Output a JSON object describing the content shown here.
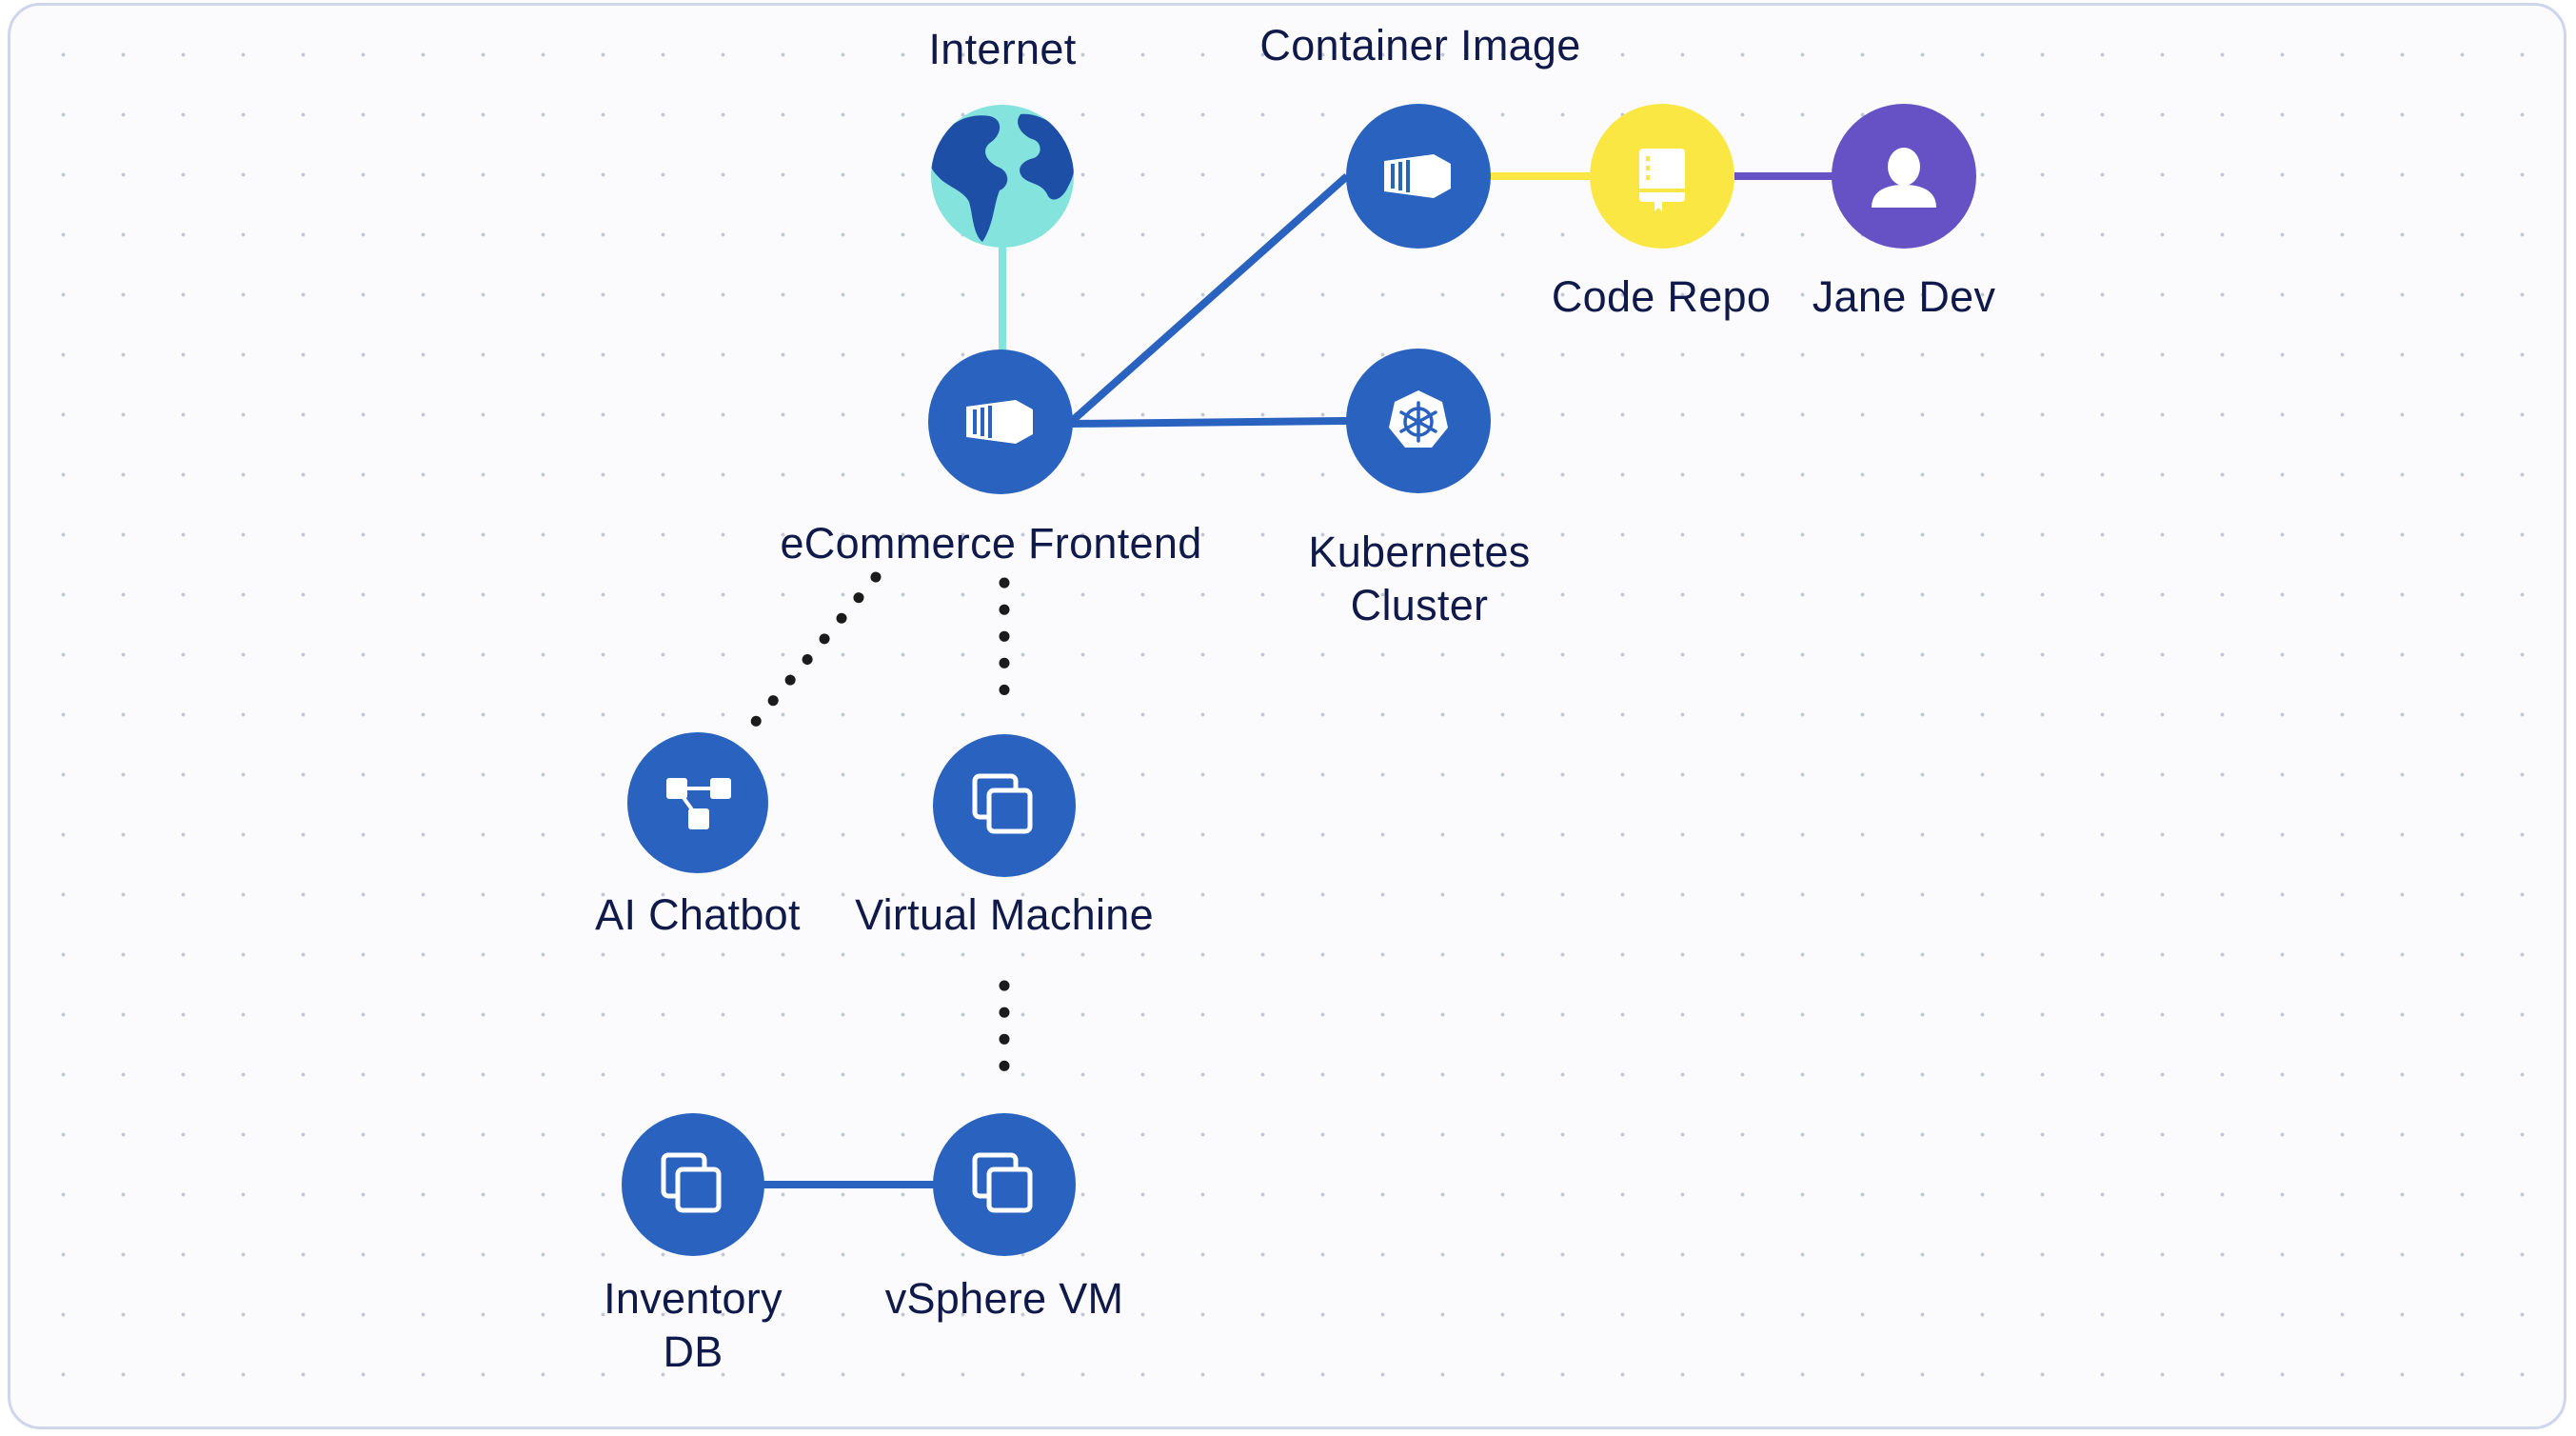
{
  "diagram": {
    "nodes": [
      {
        "id": "internet",
        "label_lines": [
          "Internet"
        ],
        "icon": "globe-icon",
        "color": "#84e3dd"
      },
      {
        "id": "container_image",
        "label_lines": [
          "Container Image"
        ],
        "icon": "container-image-icon",
        "color": "#2a62c0"
      },
      {
        "id": "code_repo",
        "label_lines": [
          "Code Repo"
        ],
        "icon": "repository-icon",
        "color": "#fbe744"
      },
      {
        "id": "jane_dev",
        "label_lines": [
          "Jane Dev"
        ],
        "icon": "user-icon",
        "color": "#6652c4"
      },
      {
        "id": "ecommerce_frontend",
        "label_lines": [
          "eCommerce Frontend"
        ],
        "icon": "container-image-icon",
        "color": "#2a62c0"
      },
      {
        "id": "kubernetes_cluster",
        "label_lines": [
          "Kubernetes",
          "Cluster"
        ],
        "icon": "kubernetes-icon",
        "color": "#2a62c0"
      },
      {
        "id": "ai_chatbot",
        "label_lines": [
          "AI Chatbot"
        ],
        "icon": "nodes-graph-icon",
        "color": "#2a62c0"
      },
      {
        "id": "virtual_machine",
        "label_lines": [
          "Virtual Machine"
        ],
        "icon": "virtual-machine-icon",
        "color": "#2a62c0"
      },
      {
        "id": "inventory_db",
        "label_lines": [
          "Inventory",
          "DB"
        ],
        "icon": "virtual-machine-icon",
        "color": "#2a62c0"
      },
      {
        "id": "vsphere_vm",
        "label_lines": [
          "vSphere VM"
        ],
        "icon": "virtual-machine-icon",
        "color": "#2a62c0"
      }
    ],
    "edges": [
      {
        "from": "internet",
        "to": "ecommerce_frontend",
        "style": "solid",
        "color": "#84e3dd"
      },
      {
        "from": "ecommerce_frontend",
        "to": "container_image",
        "style": "solid",
        "color": "#2a62c0"
      },
      {
        "from": "ecommerce_frontend",
        "to": "kubernetes_cluster",
        "style": "solid",
        "color": "#2a62c0"
      },
      {
        "from": "container_image",
        "to": "code_repo",
        "style": "solid",
        "color": "#fbe744"
      },
      {
        "from": "code_repo",
        "to": "jane_dev",
        "style": "solid",
        "color": "#6652c4"
      },
      {
        "from": "ecommerce_frontend",
        "to": "ai_chatbot",
        "style": "dotted",
        "color": "#1b1b1b"
      },
      {
        "from": "ecommerce_frontend",
        "to": "virtual_machine",
        "style": "dotted",
        "color": "#1b1b1b"
      },
      {
        "from": "virtual_machine",
        "to": "vsphere_vm",
        "style": "dotted",
        "color": "#1b1b1b"
      },
      {
        "from": "inventory_db",
        "to": "vsphere_vm",
        "style": "solid",
        "color": "#2a62c0"
      }
    ]
  }
}
